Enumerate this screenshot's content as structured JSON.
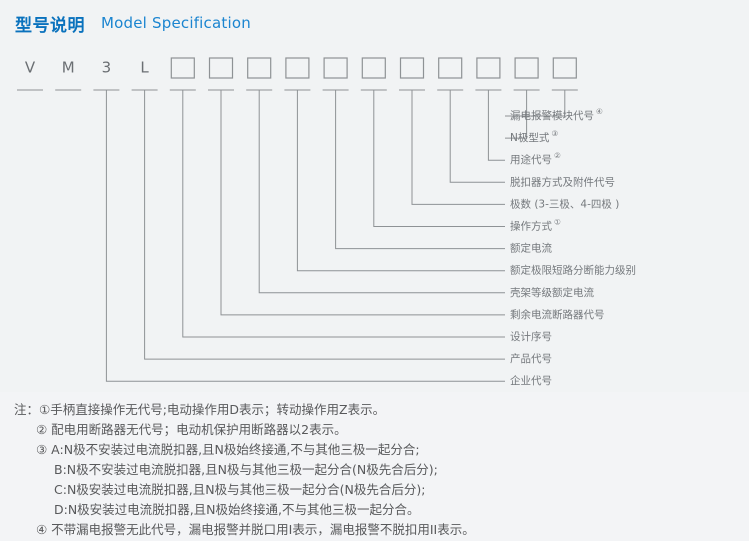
{
  "header": {
    "title_cn": "型号说明",
    "title_en": "Model Specification",
    "accent_color": "#0a72bd"
  },
  "diagram": {
    "code_chars": [
      "V",
      "M",
      "3",
      "L"
    ],
    "empty_box_count": 11,
    "labels": [
      {
        "text": "漏电报警模块代号",
        "sup": "④"
      },
      {
        "text": "N极型式",
        "sup": "③"
      },
      {
        "text": "用途代号",
        "sup": "②"
      },
      {
        "text": "脱扣器方式及附件代号",
        "sup": ""
      },
      {
        "text": "极数 (3-三极、4-四极 )",
        "sup": ""
      },
      {
        "text": "操作方式",
        "sup": "①"
      },
      {
        "text": "额定电流",
        "sup": ""
      },
      {
        "text": "额定极限短路分断能力级别",
        "sup": ""
      },
      {
        "text": "壳架等级额定电流",
        "sup": ""
      },
      {
        "text": "剩余电流断路器代号",
        "sup": ""
      },
      {
        "text": "设计序号",
        "sup": ""
      },
      {
        "text": "产品代号",
        "sup": ""
      },
      {
        "text": "企业代号",
        "sup": ""
      }
    ]
  },
  "notes": {
    "lines": [
      {
        "text": "注：①手柄直接操作无代号;电动操作用D表示；转动操作用Z表示。",
        "indent": 0
      },
      {
        "text": "② 配电用断路器无代号；电动机保护用断路器以2表示。",
        "indent": 1
      },
      {
        "text": "③ A:N极不安装过电流脱扣器,且N极始终接通,不与其他三极一起分合;",
        "indent": 1
      },
      {
        "text": "B:N极不安装过电流脱扣器,且N极与其他三极一起分合(N极先合后分);",
        "indent": 2
      },
      {
        "text": "C:N极安装过电流脱扣器,且N极与其他三极一起分合(N极先合后分);",
        "indent": 2
      },
      {
        "text": "D:N极安装过电流脱扣器,且N极始终接通,不与其他三极一起分合。",
        "indent": 2
      },
      {
        "text": "④ 不带漏电报警无此代号，漏电报警并脱口用I表示，漏电报警不脱扣用II表示。",
        "indent": 1
      }
    ]
  }
}
